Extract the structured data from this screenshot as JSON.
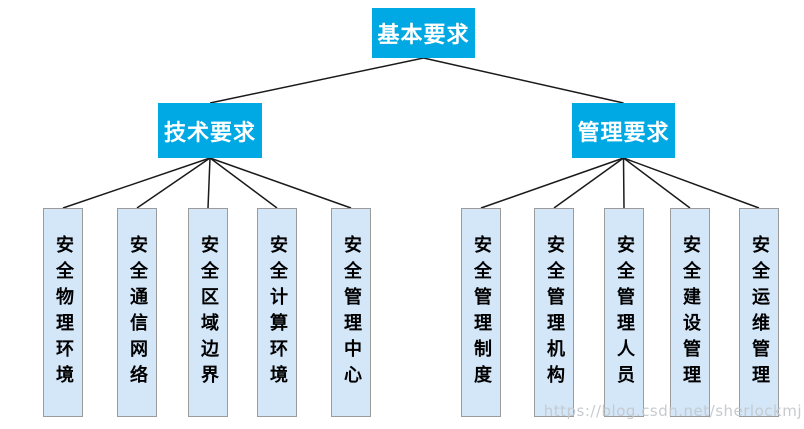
{
  "tree": {
    "root": {
      "label": "基本要求"
    },
    "branches": [
      {
        "label": "技术要求",
        "children": [
          "安全物理环境",
          "安全通信网络",
          "安全区域边界",
          "安全计算环境",
          "安全管理中心"
        ]
      },
      {
        "label": "管理要求",
        "children": [
          "安全管理制度",
          "安全管理机构",
          "安全管理人员",
          "安全建设管理",
          "安全运维管理"
        ]
      }
    ]
  },
  "colors": {
    "node_fill": "#00a8e4",
    "node_text": "#ffffff",
    "leaf_fill": "#d4e7f9",
    "leaf_border": "#9b9b9b",
    "leaf_text": "#000000",
    "connector": "#1a1a1a"
  },
  "watermark": {
    "text": "https://blog.csdn.net/sherlockmj"
  }
}
